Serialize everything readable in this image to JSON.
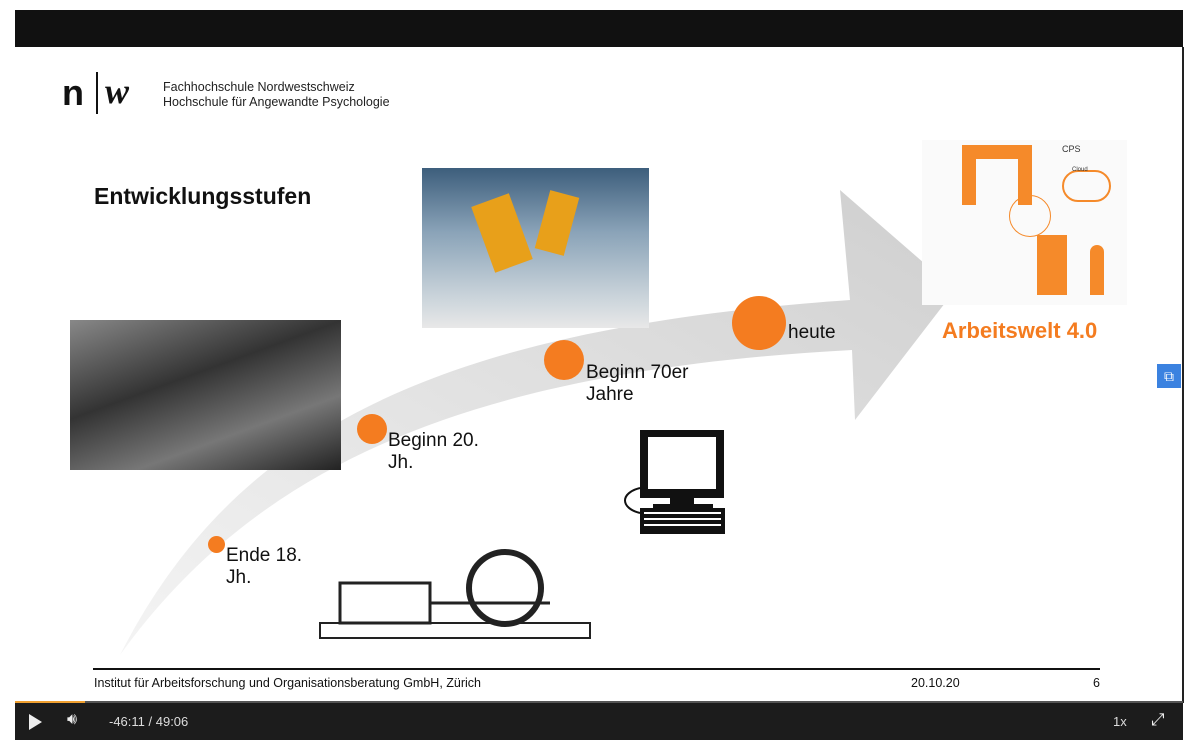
{
  "header": {
    "logo_letters": "n|w",
    "institution_line1": "Fachhochschule Nordwestschweiz",
    "institution_line2": "Hochschule für Angewandte Psychologie"
  },
  "slide": {
    "title": "Entwicklungsstufen",
    "stages": [
      {
        "label_line1": "Ende 18.",
        "label_line2": "Jh."
      },
      {
        "label_line1": "Beginn 20.",
        "label_line2": "Jh."
      },
      {
        "label_line1": "Beginn 70er",
        "label_line2": "Jahre"
      },
      {
        "label_line1": "heute",
        "label_line2": ""
      }
    ],
    "diagram_label": "CPS",
    "diagram_cloud": "Cloud",
    "result_label": "Arbeitswelt 4.0",
    "accent_color": "#f47c20"
  },
  "footer": {
    "organization": "Institut für Arbeitsforschung und Organisationsberatung GmbH, Zürich",
    "date": "20.10.20",
    "page": "6"
  },
  "player": {
    "time": "-46:11 / 49:06",
    "speed": "1x",
    "progress_fraction": 0.06,
    "icons": [
      "play-icon",
      "volume-icon",
      "fullscreen-icon",
      "picture-in-picture-icon"
    ]
  }
}
